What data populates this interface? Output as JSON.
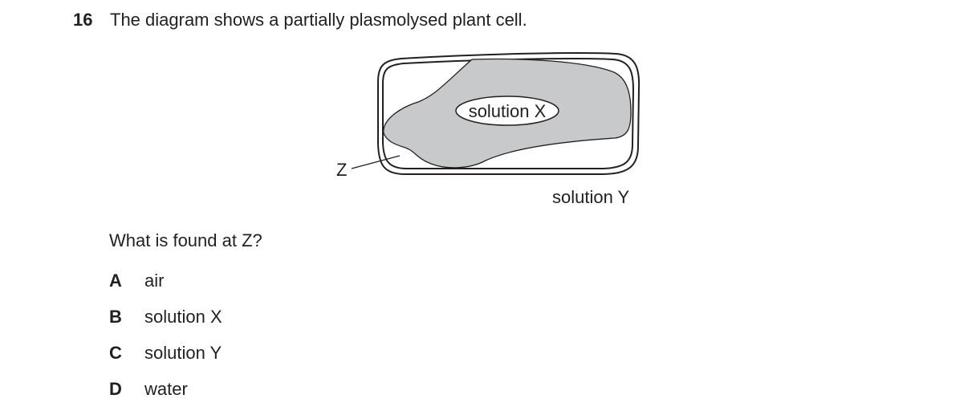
{
  "question": {
    "number": "16",
    "stem": "The diagram shows a partially plasmolysed plant cell.",
    "prompt": "What is found at Z?"
  },
  "diagram": {
    "label_solution_x": "solution X",
    "label_solution_y": "solution Y",
    "label_z": "Z",
    "cytoplasm_color": "#c8c9cb",
    "line_color": "#231f20"
  },
  "options": [
    {
      "letter": "A",
      "text": "air"
    },
    {
      "letter": "B",
      "text": "solution X"
    },
    {
      "letter": "C",
      "text": "solution Y"
    },
    {
      "letter": "D",
      "text": "water"
    }
  ]
}
